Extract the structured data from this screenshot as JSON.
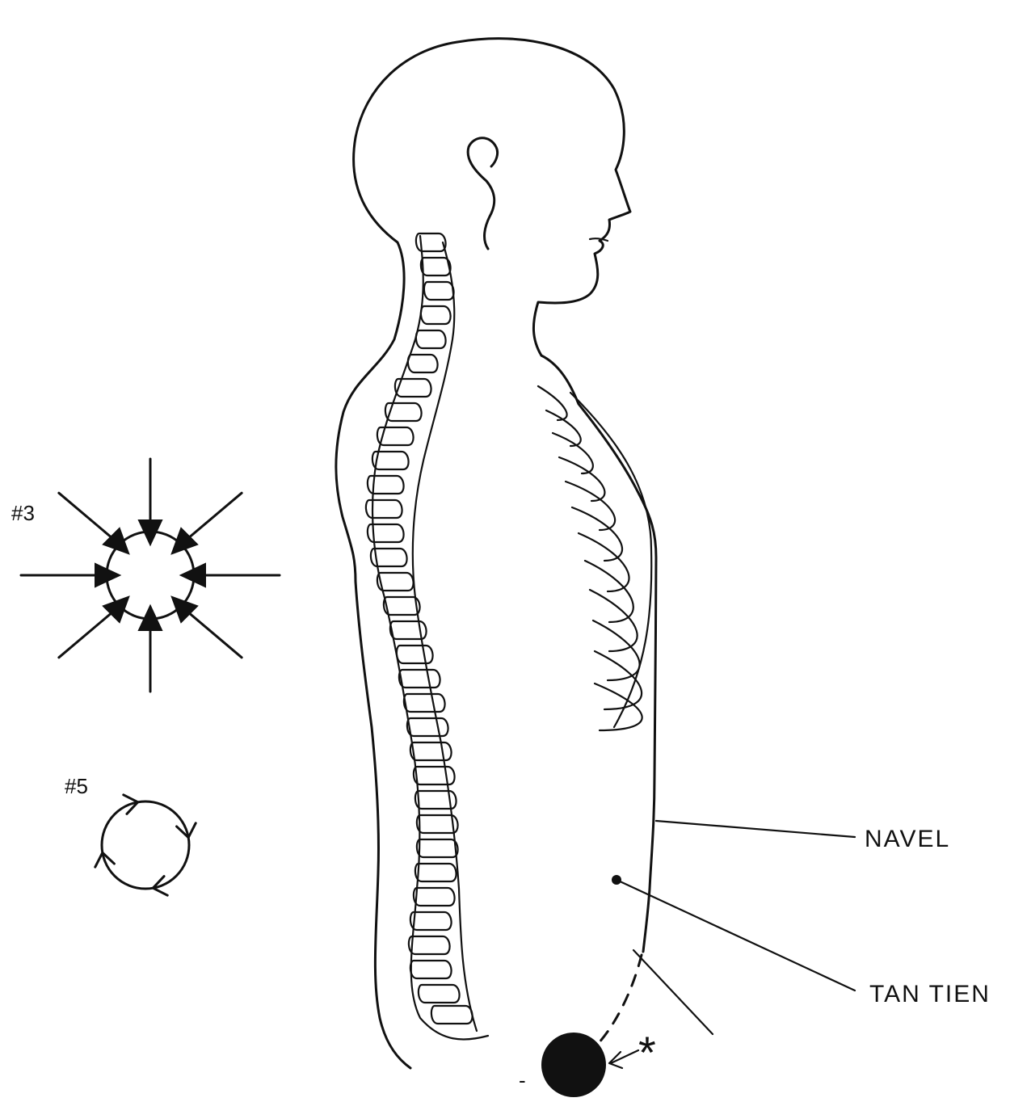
{
  "figure": {
    "labels": {
      "navel": "NAVEL",
      "tan_tien": "TAN TIEN",
      "diagram_3": "#3",
      "diagram_5": "#5",
      "asterisk": "*",
      "minus": "-"
    },
    "ink_color": "#111111",
    "background_color": "#ffffff",
    "icons": {
      "inward_arrows": "eight-inward-arrows-circle-icon",
      "circulation": "clockwise-circulation-icon",
      "perineum_dot": "solid-black-dot-icon"
    }
  }
}
